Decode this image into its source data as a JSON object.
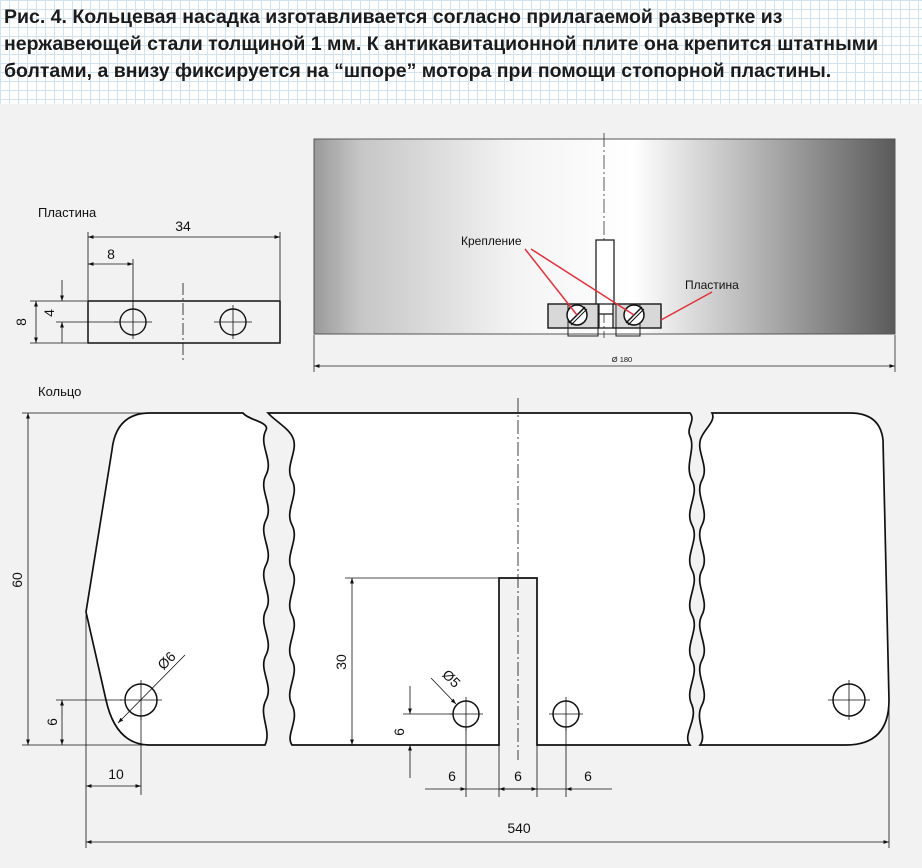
{
  "caption": "Рис. 4. Кольцевая насадка изготавливается согласно прилагаемой развертке из нержавеющей стали толщиной 1 мм. К антикавитационной плите она крепится штатными болтами, а внизу фиксируется на “шпоре” мотора при помощи стопорной пластины.",
  "plate": {
    "title": "Пластина",
    "dim_width": "34",
    "dim_hole_offset": "8",
    "dim_height": "8",
    "dim_hole_center": "4"
  },
  "photo": {
    "label_mount": "Крепление",
    "label_plate": "Пластина",
    "dim_diameter": "Ø 180"
  },
  "ring": {
    "title": "Кольцо",
    "dim_height": "60",
    "dim_hole_height": "6",
    "dim_hole_edge": "10",
    "dim_hole_diam_left": "Ø6",
    "dim_slot_height": "30",
    "dim_slot_bottom": "6",
    "dim_hole_diam_center": "Ø5",
    "dim_bottom_left": "6",
    "dim_bottom_mid": "6",
    "dim_bottom_right": "6",
    "dim_total": "540"
  },
  "colors": {
    "caption_grid": "#cfe3f2",
    "drawing_bg": "#f2f2f2",
    "annotation_red": "#e0313c"
  }
}
